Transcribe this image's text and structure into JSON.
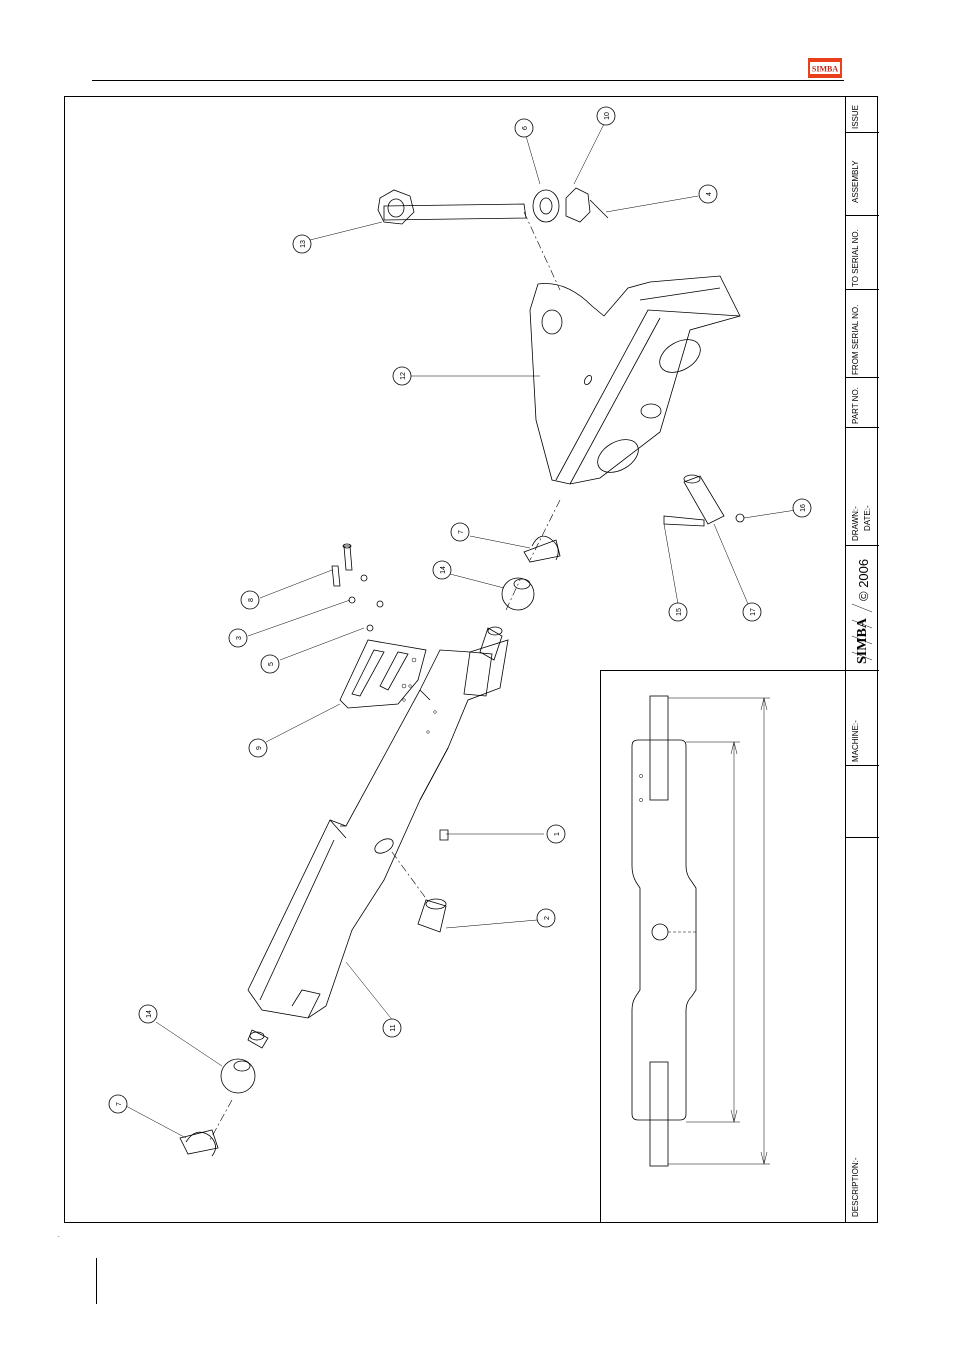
{
  "header": {
    "logo_text": "SIMBA"
  },
  "title_block": {
    "issue_label": "ISSUE",
    "assembly_label": "ASSEMBLY",
    "to_serial_label": "TO SERIAL NO.",
    "from_serial_label": "FROM SERIAL NO.",
    "part_no_label": "PART NO.",
    "drawn_label": "DRAWN:-",
    "date_label": "DATE:-",
    "brand": "SIMBA",
    "copyright": "© 2006",
    "machine_label": "MACHINE:-",
    "description_label": "DESCRIPTION:-"
  },
  "balloons": [
    {
      "id": "b1",
      "label": "1"
    },
    {
      "id": "b2",
      "label": "2"
    },
    {
      "id": "b3",
      "label": "3"
    },
    {
      "id": "b4",
      "label": "4"
    },
    {
      "id": "b5",
      "label": "5"
    },
    {
      "id": "b6",
      "label": "6"
    },
    {
      "id": "b7a",
      "label": "7"
    },
    {
      "id": "b7b",
      "label": "7"
    },
    {
      "id": "b8",
      "label": "8"
    },
    {
      "id": "b9",
      "label": "9"
    },
    {
      "id": "b10",
      "label": "10"
    },
    {
      "id": "b11",
      "label": "11"
    },
    {
      "id": "b12",
      "label": "12"
    },
    {
      "id": "b13",
      "label": "13"
    },
    {
      "id": "b14a",
      "label": "14"
    },
    {
      "id": "b14b",
      "label": "14"
    },
    {
      "id": "b15",
      "label": "15"
    },
    {
      "id": "b16",
      "label": "16"
    },
    {
      "id": "b17",
      "label": "17"
    }
  ],
  "footer": {
    "dot": "."
  }
}
